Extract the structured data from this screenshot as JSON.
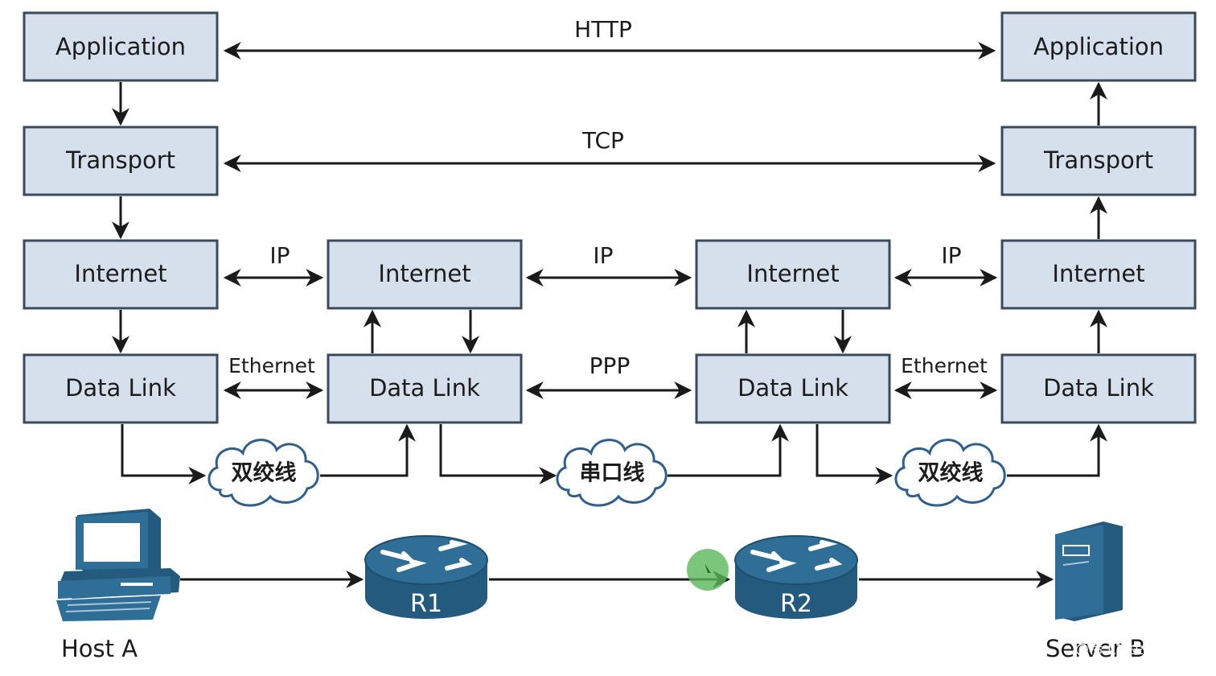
{
  "layers": {
    "application": "Application",
    "transport": "Transport",
    "internet": "Internet",
    "data_link": "Data Link"
  },
  "protocols": {
    "http": "HTTP",
    "tcp": "TCP",
    "ip": "IP",
    "ethernet": "Ethernet",
    "ppp": "PPP"
  },
  "cables": {
    "twisted_pair": "双绞线",
    "serial": "串口线"
  },
  "devices": {
    "host": "Host A",
    "router1": "R1",
    "router2": "R2",
    "server": "Server B"
  },
  "watermark": "@稀土掘金技术社区",
  "colors": {
    "box_fill": "#d6e0ec",
    "box_border": "#3b4a5a",
    "device_blue": "#2f6e96",
    "cloud_border": "#2f5f8a"
  }
}
